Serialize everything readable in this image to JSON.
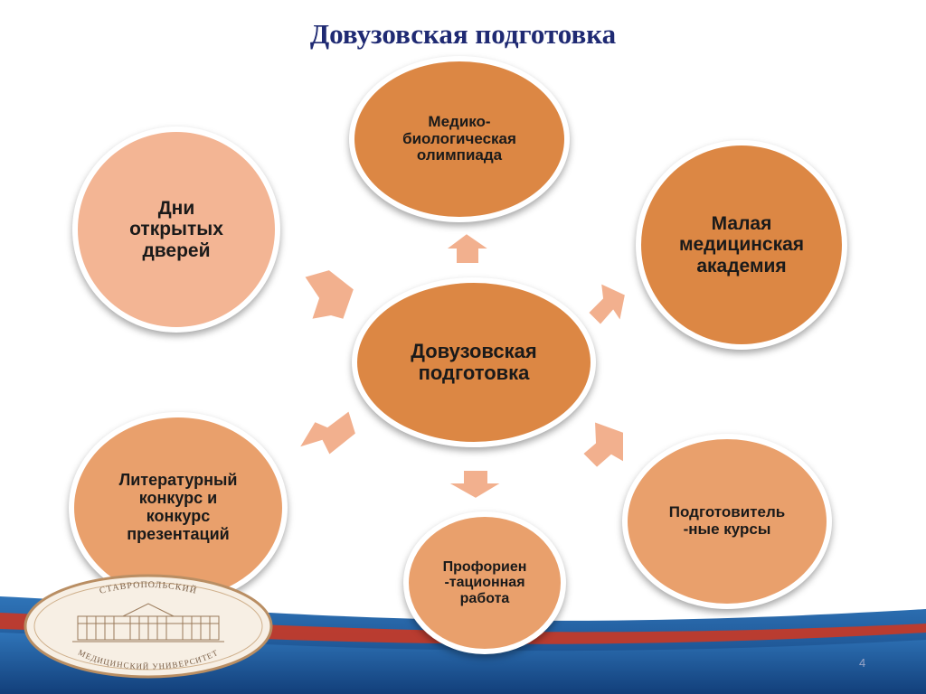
{
  "slide": {
    "title": "Довузовская подготовка",
    "page_number": "4"
  },
  "diagram": {
    "center": "Довузовская\nподготовка",
    "nodes": {
      "olympiad": "Медико-\nбиологическая\nолимпиада",
      "academy": "Малая\nмедицинская\nакадемия",
      "open_days": "Дни\nоткрытых\nдверей",
      "literary": "Литературный\nконкурс и\nконкурс\nпрезентаций",
      "career": "Профориен\n-тационная\nработа",
      "courses": "Подготовитель\n-ные курсы"
    }
  },
  "logo": {
    "top_text": "СТАВРОПОЛЬСКИЙ",
    "bottom_text": "МЕДИЦИНСКИЙ УНИВЕРСИТЕТ"
  },
  "colors": {
    "title": "#1f2a73",
    "dark_node": "#dc8744",
    "mid_node": "#e9a06c",
    "light_node": "#f3b594",
    "arrow": "#f2b08e",
    "band_blue": "#1d5a9a",
    "band_red": "#c23a2a"
  }
}
